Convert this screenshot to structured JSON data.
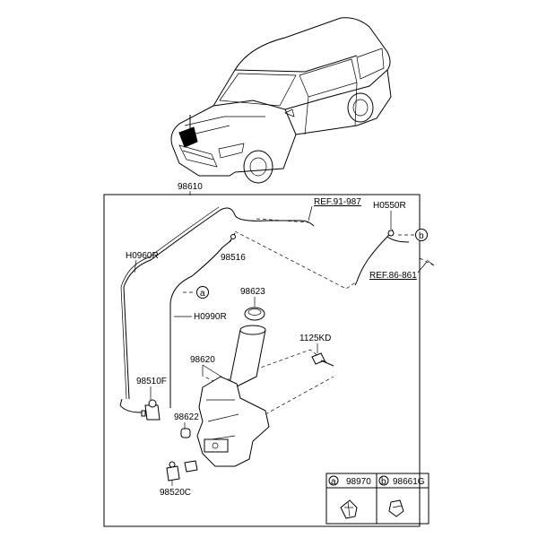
{
  "labels": {
    "main_assembly": "98610",
    "ref_front": "REF.91-987",
    "hose_right": "H0550R",
    "hose_left": "H0960R",
    "grommet": "98516",
    "hose_mid": "H0990R",
    "cap": "98623",
    "bolt": "1125KD",
    "reservoir": "98620",
    "pump_front": "98510F",
    "seal": "98622",
    "pump_rear": "98520C",
    "ref_rear": "REF.86-861"
  },
  "callouts": {
    "a": "a",
    "b": "b"
  },
  "legend": {
    "a_letter": "a",
    "a_part": "98970",
    "b_letter": "b",
    "b_part": "98661G"
  }
}
